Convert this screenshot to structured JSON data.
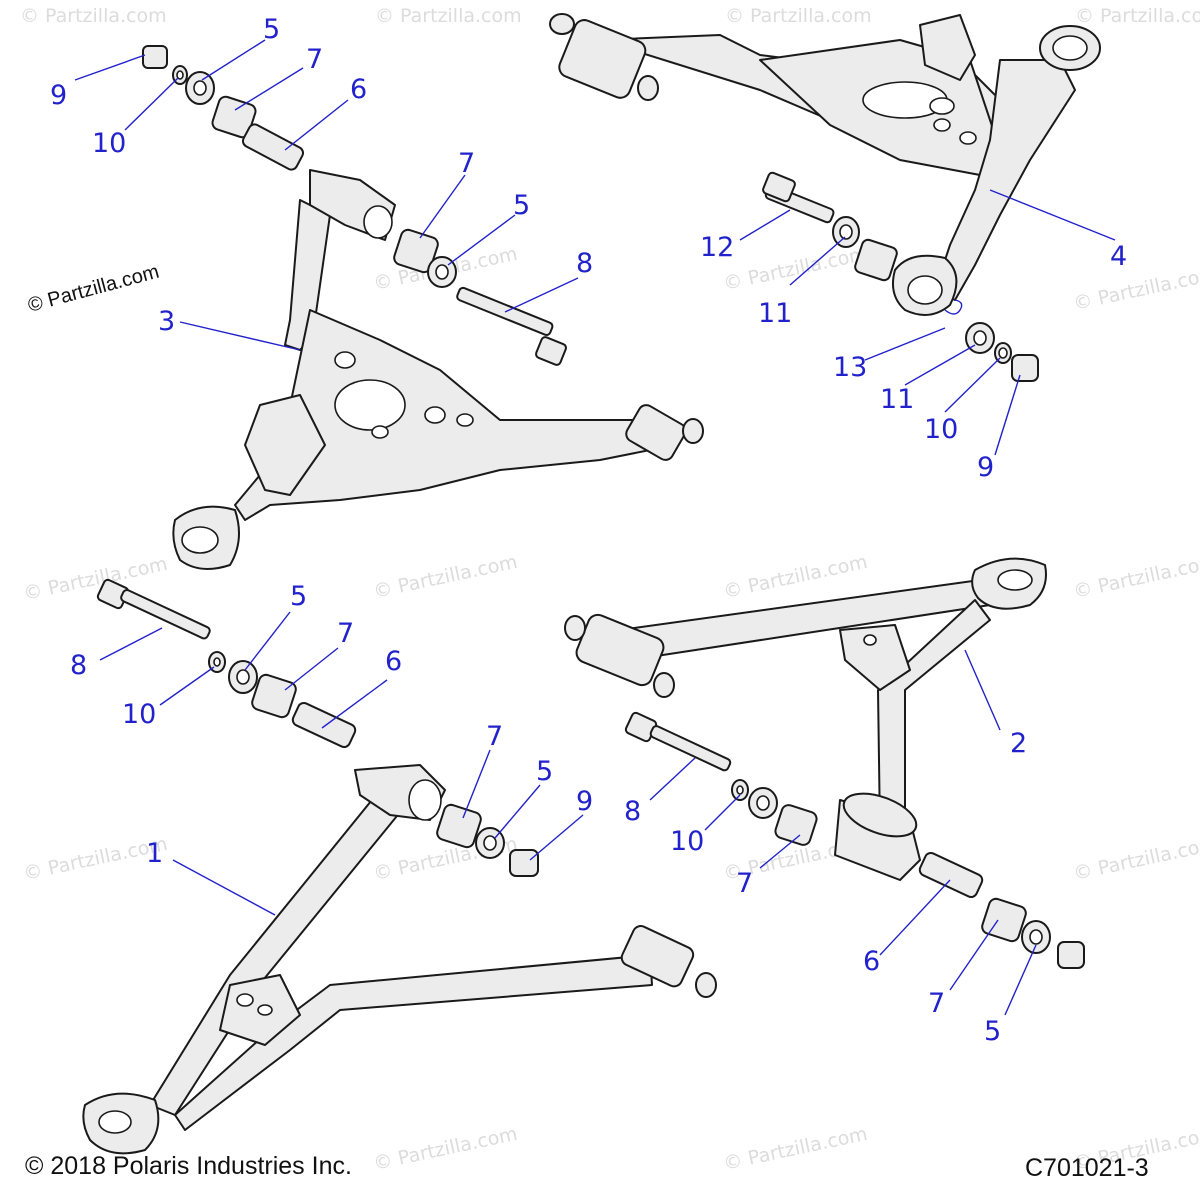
{
  "watermark": "© Partzilla.com",
  "copyright_tag": "© Partzilla.com",
  "footer": {
    "copyright": "© 2018 Polaris Industries Inc.",
    "diagram_id": "C701021-3"
  },
  "callouts": [
    "1",
    "2",
    "3",
    "4",
    "5",
    "6",
    "7",
    "8",
    "9",
    "10",
    "11",
    "12",
    "13"
  ],
  "colors": {
    "callout": "#2222cc",
    "line": "#1a1a1a",
    "part_fill": "#ececec",
    "watermark": "#dcdcdc"
  }
}
